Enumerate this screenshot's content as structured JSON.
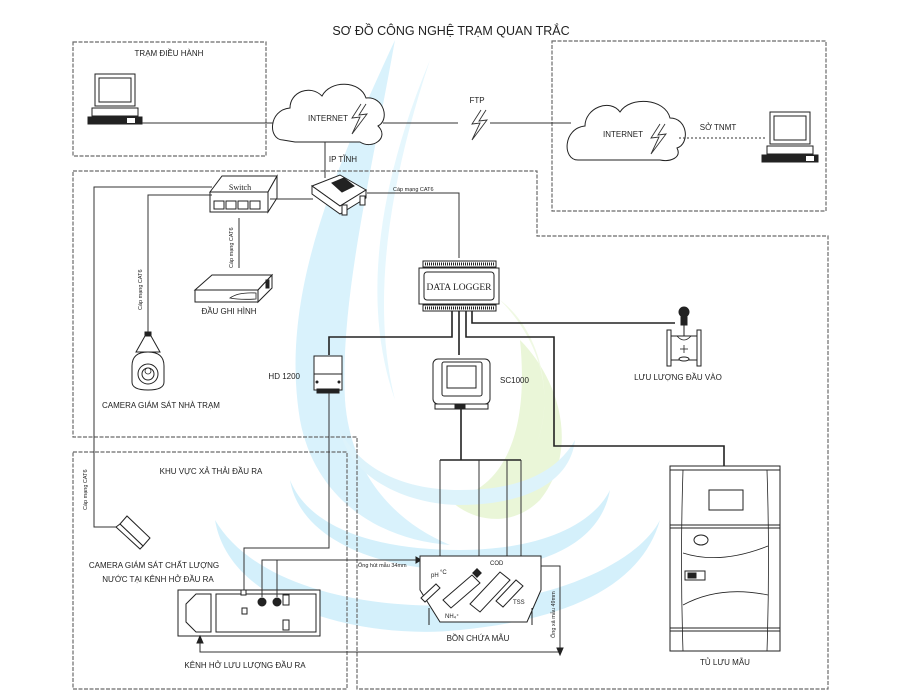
{
  "title": "SƠ ĐỒ CÔNG NGHỆ TRẠM QUAN TRẮC",
  "zones": {
    "control_station": "TRẠM ĐIỀU HÀNH",
    "department": "SỞ TNMT",
    "discharge_area": "KHU VỰC XẢ THẢI ĐẦU RA"
  },
  "network": {
    "internet_left": "INTERNET",
    "internet_right": "INTERNET",
    "ftp": "FTP",
    "ip": "IP TĨNH",
    "switch": "Switch",
    "cable_cat6": "Cáp mạng CAT6",
    "cable_cat6_switch": "Cáp mạng CAT6",
    "cable_cat6_camera": "Cáp mạng CAT6",
    "cable_cat6_outlet": "Cáp mạng CAT6"
  },
  "devices": {
    "data_logger": "DATA LOGGER",
    "dvr": "ĐẦU GHI HÌNH",
    "camera_station": "CAMERA GIÁM SÁT NHÀ TRẠM",
    "hd1200": "HD 1200",
    "sc1000": "SC1000",
    "flow_in": "LƯU LƯỢNG ĐẦU VÀO",
    "camera_outlet_line1": "CAMERA GIÁM SÁT CHẤT LƯỢNG",
    "camera_outlet_line2": "NƯỚC TẠI KÊNH HỞ ĐẦU RA",
    "open_channel": "KÊNH HỞ LƯU LƯỢNG ĐẦU RA",
    "sample_tank": "BỒN CHỨA MẪU",
    "sampler_cabinet": "TỦ LƯU MẪU"
  },
  "sensors": {
    "ph": "pH",
    "temp": "°C",
    "nh4": "NH₄⁺",
    "cod": "COD",
    "tss": "TSS"
  },
  "pipes": {
    "intake": "Ống hút mẫu 34mm",
    "drain": "Ống xả mẫu 49mm"
  },
  "colors": {
    "watermark_blue": "#d4f0fb",
    "watermark_green": "#e9f5d6"
  }
}
